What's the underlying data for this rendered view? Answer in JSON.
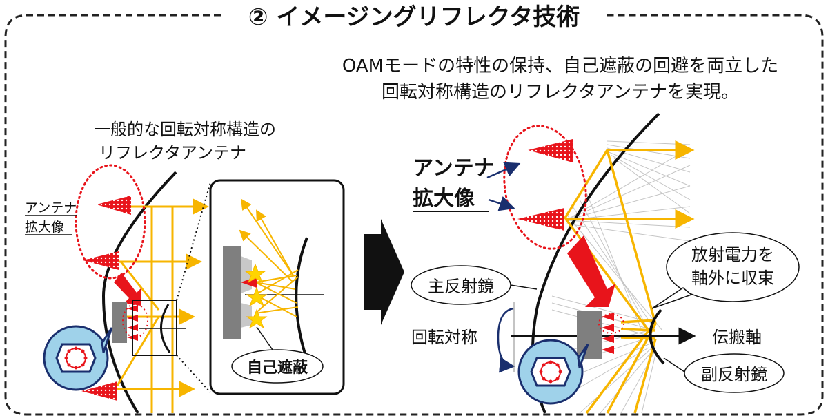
{
  "title": "② イメージングリフレクタ技術",
  "summary": {
    "line1": "OAMモードの特性の保持、自己遮蔽の回避を両立した",
    "line2": "回転対称構造のリフレクタアンテナを実現。"
  },
  "left_panel": {
    "caption_line1": "一般的な回転対称構造の",
    "caption_line2": "リフレクタアンテナ",
    "label_line1": "アンテナ",
    "label_line2": "拡大像",
    "self_shading_label": "自己遮蔽"
  },
  "right_panel": {
    "label_line1": "アンテナ",
    "label_line2": "拡大像",
    "main_reflector": "主反射鏡",
    "rotation_symmetry": "回転対称",
    "radiation_line1": "放射電力を",
    "radiation_line2": "軸外に収束",
    "propagation_axis": "伝搬軸",
    "sub_reflector": "副反射鏡"
  },
  "colors": {
    "ray": "#f7b500",
    "antenna": "#e8141b",
    "arrow_red": "#e8141b",
    "arrow_black": "#111111",
    "navy": "#1a2f6e",
    "circle_fill": "#9fd2ea",
    "grey_block": "#7f7f7f",
    "grey_rays": "#bdbdbd"
  }
}
